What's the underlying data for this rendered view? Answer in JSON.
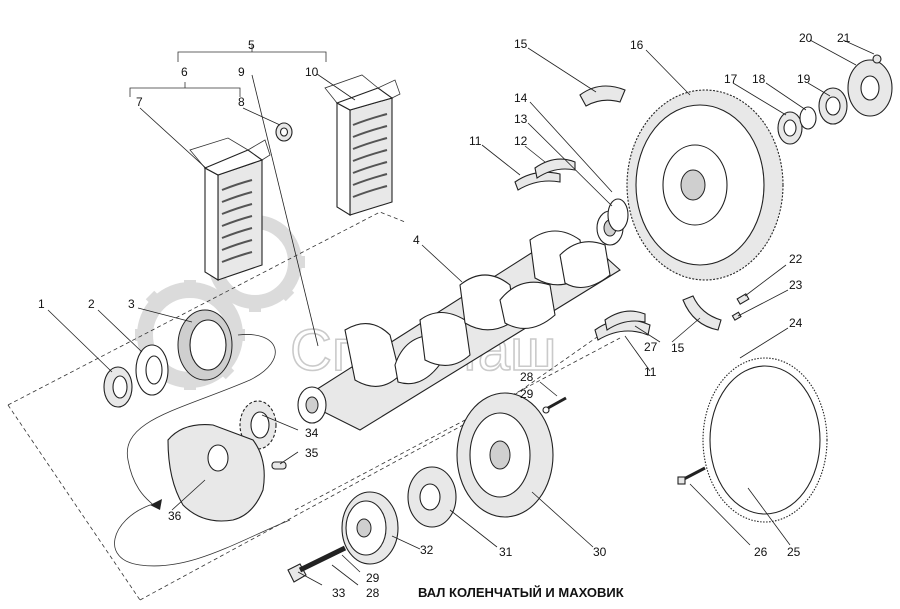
{
  "caption": "ВАЛ КОЛЕНЧАТЫЙ И МАХОВИК",
  "watermark": "СпецМаш",
  "colors": {
    "ink": "#222222",
    "watermark": "#bdbdbd",
    "background": "#ffffff"
  },
  "callouts": {
    "c1": "1",
    "c2": "2",
    "c3": "3",
    "c4": "4",
    "c5": "5",
    "c6": "6",
    "c7": "7",
    "c8": "8",
    "c9": "9",
    "c10": "10",
    "c11a": "11",
    "c11b": "11",
    "c12": "12",
    "c13": "13",
    "c14": "14",
    "c15a": "15",
    "c15b": "15",
    "c16": "16",
    "c17": "17",
    "c18": "18",
    "c19": "19",
    "c20": "20",
    "c21": "21",
    "c22": "22",
    "c23": "23",
    "c24": "24",
    "c25": "25",
    "c26": "26",
    "c27": "27",
    "c28a": "28",
    "c28b": "28",
    "c29a": "29",
    "c29b": "29",
    "c30": "30",
    "c31": "31",
    "c32": "32",
    "c33": "33",
    "c34": "34",
    "c35": "35",
    "c36": "36"
  }
}
